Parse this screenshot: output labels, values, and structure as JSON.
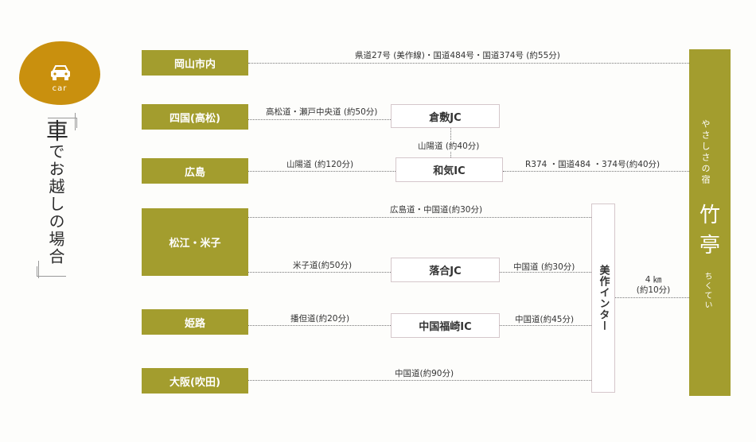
{
  "badge": {
    "label": "car",
    "icon": "car-icon"
  },
  "heading": {
    "first": "車",
    "rest": "でお越しの場合"
  },
  "origins": {
    "okayama": "岡山市内",
    "shikoku": "四国(高松)",
    "hiroshima": "広島",
    "matsue": "松江・米子",
    "himeji": "姫路",
    "osaka": "大阪(吹田)"
  },
  "junctions": {
    "kurashiki": "倉敷JC",
    "wake": "和気IC",
    "ochiai": "落合JC",
    "fukusaki": "中国福崎IC",
    "mimasaka": "美作インター"
  },
  "routes": {
    "okayama": "県道27号 (美作線)・国道484号・国道374号 (約55分)",
    "shikoku": "高松道・瀬戸中央道 (約50分)",
    "sanyo": "山陽道 (約40分)",
    "hiroshima": "山陽道 (約120分)",
    "wake_dest": "R374 ・国道484 ・374号(約40分)",
    "matsue_top": "広島道・中国道(約30分)",
    "matsue_bottom": "米子道(約50分)",
    "ochiai_inter": "中国道 (約30分)",
    "himeji": "播但道(約20分)",
    "fukusaki_inter": "中国道(約45分)",
    "osaka": "中国道(約90分)",
    "final_km": "4 ㎞",
    "final_time": "(約10分)"
  },
  "destination": {
    "tagline": "やさしさの宿",
    "name_1": "竹",
    "name_2": "亭",
    "kana": "ちくてい"
  },
  "colors": {
    "olive": "#a39d2e",
    "gold": "#c9900e",
    "border": "#d5c7cb"
  }
}
